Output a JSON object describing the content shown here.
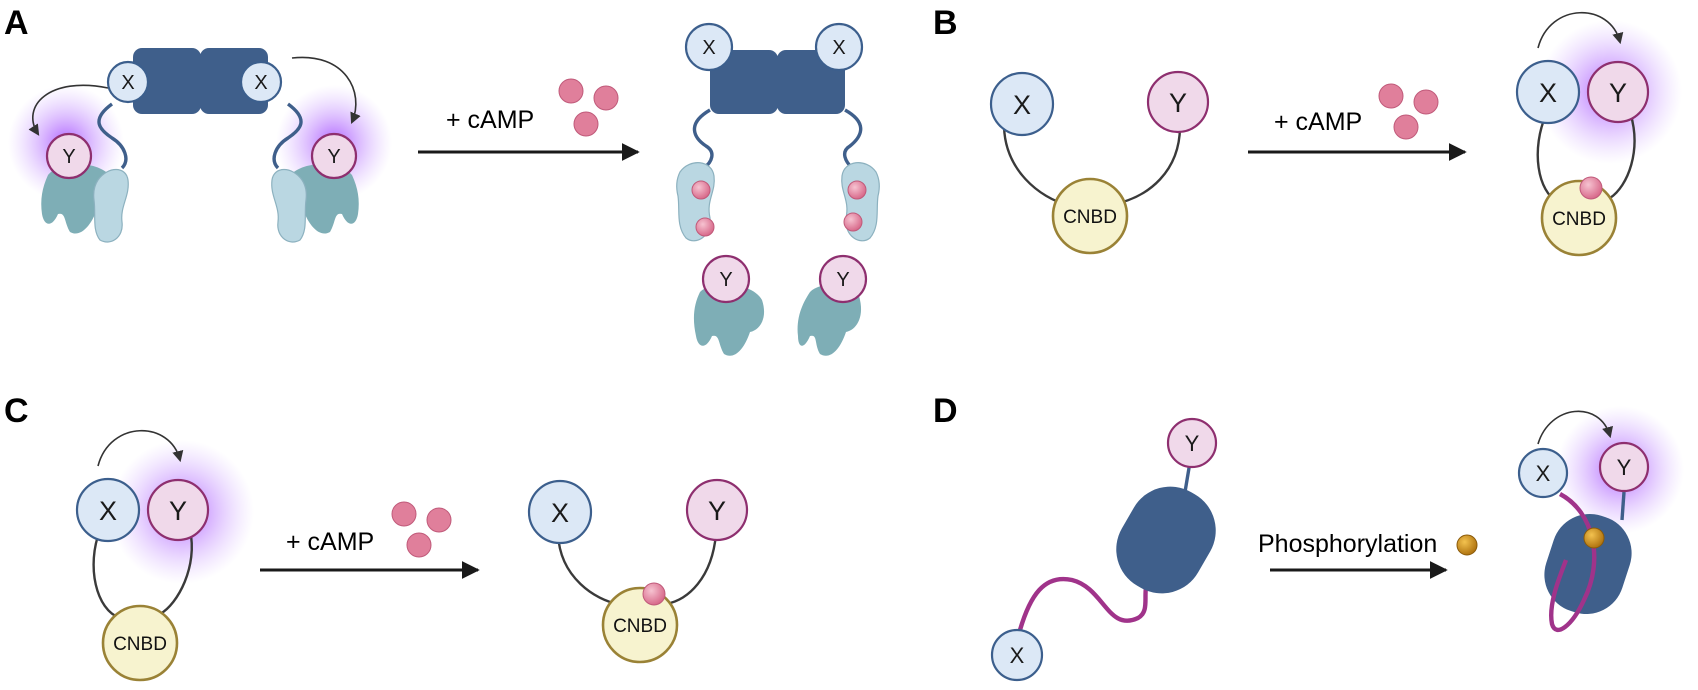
{
  "panels": {
    "a": {
      "letter": "A",
      "arrow_label": "+ cAMP"
    },
    "b": {
      "letter": "B",
      "arrow_label": "+ cAMP"
    },
    "c": {
      "letter": "C",
      "arrow_label": "+ cAMP"
    },
    "d": {
      "letter": "D",
      "arrow_label": "Phosphorylation"
    }
  },
  "node_labels": {
    "x": "X",
    "y": "Y",
    "cnbd": "CNBD"
  },
  "colors": {
    "x_fill": "#dce8f6",
    "x_stroke": "#3c5f8d",
    "y_fill": "#f0d9ea",
    "y_stroke": "#8e2f6f",
    "cnbd_fill": "#f7f3cf",
    "cnbd_stroke": "#9a8236",
    "camp": "#e07f9b",
    "catalytic": "#3f5f8b",
    "regulatory": "#7eaeb6",
    "glow": "#a24bff",
    "phosphate": "#c98a16",
    "linker_magenta": "#a0338a"
  },
  "icons": [
    "camp-molecule",
    "phosphate-group",
    "activation-glow",
    "catalytic-subunit",
    "regulatory-subunit"
  ]
}
